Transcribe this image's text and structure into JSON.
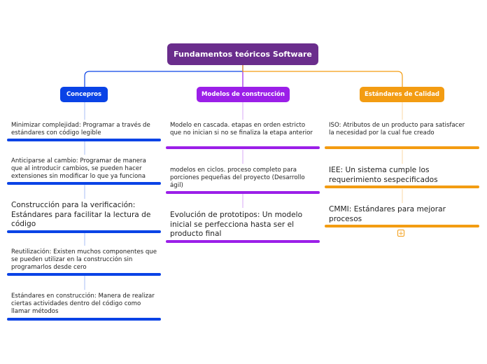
{
  "root": {
    "label": "Fundamentos teóricos Software",
    "color": "#6a2d8c"
  },
  "branches": [
    {
      "label": "Concepros",
      "color": "#0a43e6",
      "nodes": [
        "Minimizar complejidad: Programar a través de estándares con código legible",
        "Anticiparse al cambio: Programar de manera que al introducir cambios, se pueden hacer extensiones sin modificar lo que ya funciona",
        "Construcción para la verificación: Estándares para facilitar la lectura de código",
        "Reutilización: Existen muchos componentes que se pueden utilizar en la construcción sin programarlos  desde cero",
        "Estándares en construcción: Manera de realizar ciertas actividades dentro del código como llamar métodos"
      ]
    },
    {
      "label": "Modelos de construcción",
      "color": "#9b1fe8",
      "nodes": [
        "Modelo en cascada.    etapas en orden estricto que no inician si no se finaliza la etapa anterior",
        "modelos en ciclos. proceso completo para porciones pequeñas del proyecto (Desarrollo ágil)",
        "Evolución de prototipos: Un modelo inicial se perfecciona hasta ser el producto final"
      ]
    },
    {
      "label": "Estándares de Calidad",
      "color": "#f39c12",
      "nodes": [
        "ISO: Atributos de un producto para satisfacer la necesidad por la cual fue creado",
        "IEE: Un sistema cumple los requerimiento sespecificados",
        "CMMI: Estándares para mejorar procesos"
      ]
    }
  ],
  "collapse_icon": "plus-square-icon"
}
